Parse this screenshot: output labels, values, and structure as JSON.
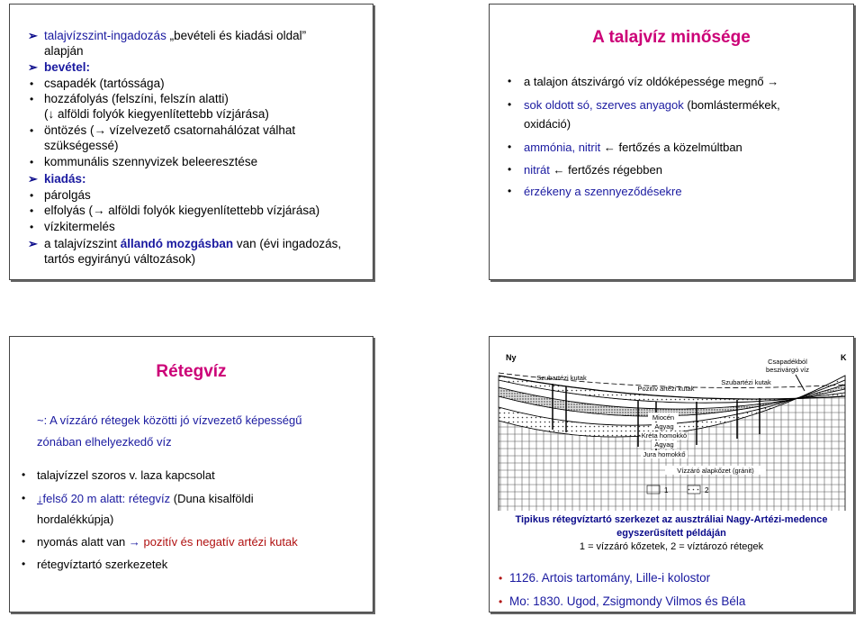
{
  "slide1": {
    "l1a": "talajvízszint-ingadozás",
    "l1b": " „bevételi és kiadási oldal”",
    "l2": "alapján",
    "l3": "bevétel:",
    "l4": "csapadék (tartóssága)",
    "l5": "hozzáfolyás (felszíni, felszín alatti)",
    "l6a": "(",
    "l6b": " alföldi folyók kiegyenlítettebb vízjárása)",
    "l7a": "öntözés (",
    "l7b": " vízelvezető csatornahálózat válhat",
    "l8": "szükségessé)",
    "l9": "kommunális szennyvizek beleeresztése",
    "l10": "kiadás:",
    "l11": "párolgás",
    "l12a": "elfolyás (",
    "l12b": " alföldi folyók kiegyenlítettebb vízjárása)",
    "l13": "vízkitermelés",
    "l14a": "a talajvízszint ",
    "l14b": "állandó mozgásban",
    "l14c": " van (évi ingadozás,",
    "l15": "tartós egyirányú változások)"
  },
  "slide2": {
    "title": "A talajvíz minősége",
    "b1": "a talajon átszivárgó víz oldóképessége megnő",
    "b2a": "sok oldott só, szerves anyagok",
    "b2b": " (bomlástermékek,",
    "b2c": "oxidáció)",
    "b3a": "ammónia, nitrit",
    "b3b": " fertőzés a közelmúltban",
    "b4a": "nitrát",
    "b4b": " fertőzés régebben",
    "b5": "érzékeny a szennyeződésekre"
  },
  "slide3": {
    "title": "Rétegvíz",
    "d1": "~: A vízzáró rétegek közötti jó vízvezető képességű",
    "d2": "zónában elhelyezkedő víz",
    "b1": "talajvízzel szoros v. laza kapcsolat",
    "b2a": "felső 20 m alatt: rétegvíz",
    "b2b": " (Duna kisalföldi",
    "b2c": "hordalékkúpja)",
    "b3a": "nyomás alatt van ",
    "b3b": " pozitív és negatív artézi kutak",
    "b4": "rétegvíztartó szerkezetek"
  },
  "slide4": {
    "diagram": {
      "ny": "Ny",
      "k": "K",
      "csapadek1": "Csapadékból",
      "csapadek2": "beszivárgó víz",
      "szub1": "Szubartézi kutak",
      "poz": "Pozitív artézi kutak",
      "szub2": "Szubartézi kutak",
      "miocen": "Miocén",
      "agyag1": "Agyag",
      "kreta": "Kréta homokkő",
      "agyag2": "Agyag",
      "jura": "Jura homokkő",
      "alap": "Vízzáró alapkőzet (gránit)",
      "leg1": "1",
      "leg2": "2"
    },
    "cap1": "Tipikus rétegvíztartó szerkezet az ausztráliai Nagy-Artézi-medence",
    "cap2": "egyszerűsített példáján",
    "cap3": "1 = vízzáró kőzetek, 2 = víztározó rétegek",
    "b1": "1126. Artois tartomány, Lille-i kolostor",
    "b2": "Mo: 1830. Ugod, Zsigmondy Vilmos és Béla"
  },
  "colors": {
    "accent": "#cc0077",
    "link": "#1a1aa0",
    "dark_red": "#b01010",
    "navy": "#0a0a8a"
  }
}
